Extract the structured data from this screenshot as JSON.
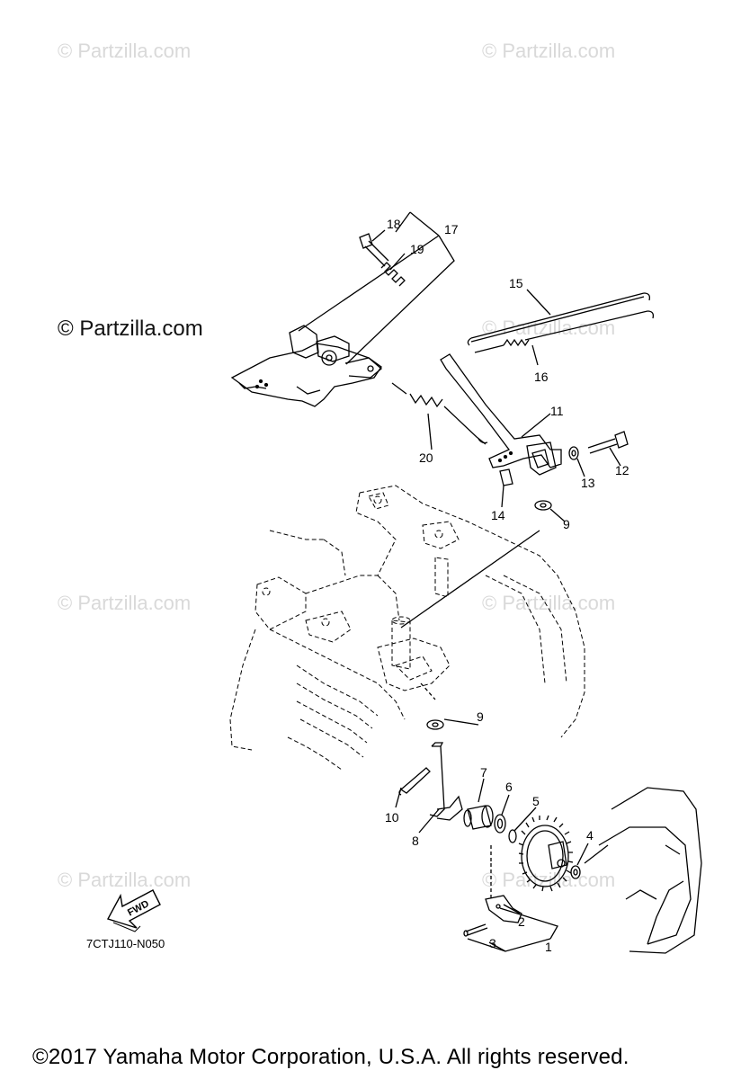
{
  "watermarks": [
    "© Partzilla.com",
    "© Partzilla.com",
    "© Partzilla.com",
    "© Partzilla.com",
    "© Partzilla.com",
    "© Partzilla.com",
    "© Partzilla.com"
  ],
  "brand_label": "© Partzilla.com",
  "diagram_code": "7CTJ110-N050",
  "fwd_label": "FWD",
  "copyright": "©2017  Yamaha Motor Corporation, U.S.A. All rights reserved.",
  "callouts": [
    "1",
    "2",
    "3",
    "4",
    "5",
    "6",
    "7",
    "8",
    "9",
    "9",
    "10",
    "11",
    "12",
    "13",
    "14",
    "15",
    "16",
    "17",
    "18",
    "19",
    "20"
  ]
}
